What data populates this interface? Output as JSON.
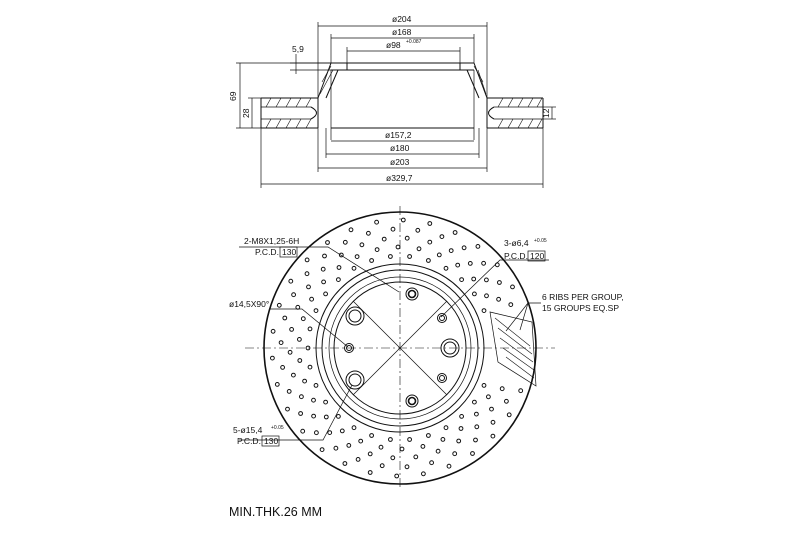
{
  "section_view": {
    "dia_outer": "ø329,7",
    "dia_203": "ø203",
    "dia_180": "ø180",
    "dia_157": "ø157,2",
    "dia_204": "ø204",
    "dia_168": "ø168",
    "dia_98": "ø98",
    "dia_98_tol": "+0.087",
    "hat_step": "5,9",
    "total_height": "69",
    "disc_thickness": "28",
    "rib_gap": "12"
  },
  "face_view": {
    "thread_label": "2-M8X1,25-6H",
    "thread_pcd_prefix": "P.C.D.",
    "thread_pcd_value": "130",
    "chamfer_label": "ø14,5X90°",
    "bolt_label": "5-ø15,4",
    "bolt_tol": "+0.05",
    "bolt_pcd_prefix": "P.C.D.",
    "bolt_pcd_value": "130",
    "pin_label": "3-ø6,4",
    "pin_tol": "+0.05",
    "pin_pcd_prefix": "P.C.D.",
    "pin_pcd_value": "120",
    "ribs_line1": "6 RIBS PER GROUP,",
    "ribs_line2": "15 GROUPS EQ.SP"
  },
  "footer": {
    "min_thickness": "MIN.THK.26 MM"
  }
}
